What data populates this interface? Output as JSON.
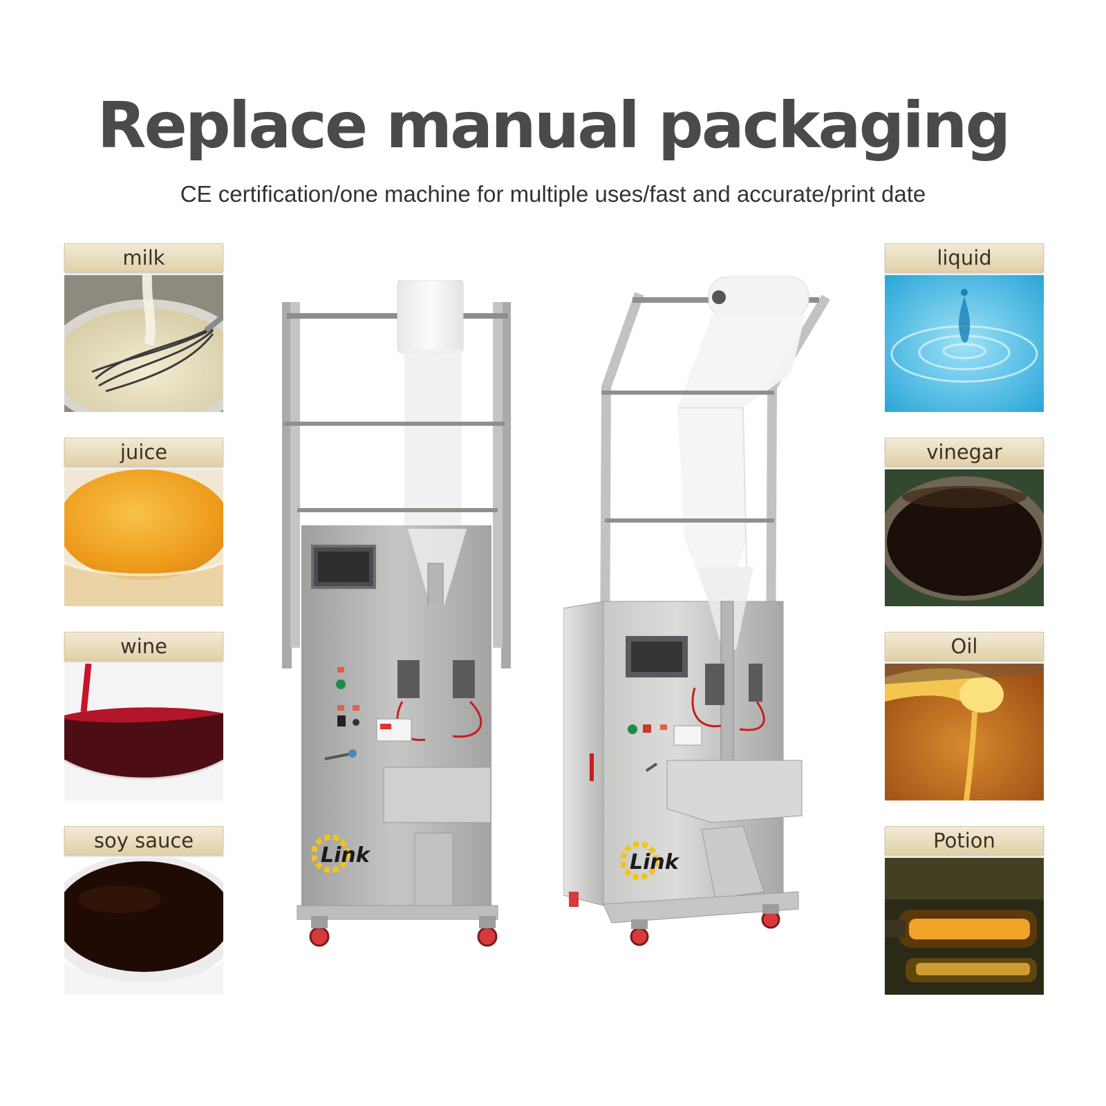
{
  "headline": "Replace manual packaging",
  "subline": "CE certification/one machine for multiple uses/fast and accurate/print date",
  "left_products": [
    {
      "label": "milk",
      "photo": "milk-whisk-photo"
    },
    {
      "label": "juice",
      "photo": "orange-juice-photo"
    },
    {
      "label": "wine",
      "photo": "red-wine-glass-photo"
    },
    {
      "label": "soy sauce",
      "photo": "soy-sauce-bowl-photo"
    }
  ],
  "right_products": [
    {
      "label": "liquid",
      "photo": "water-drop-photo"
    },
    {
      "label": "vinegar",
      "photo": "vinegar-bowl-photo"
    },
    {
      "label": "Oil",
      "photo": "honey-oil-spoon-photo"
    },
    {
      "label": "Potion",
      "photo": "potion-bottle-photo"
    }
  ],
  "machines": [
    {
      "logo": "Link",
      "view": "front"
    },
    {
      "logo": "Link",
      "view": "angled"
    }
  ],
  "colors": {
    "headline": "#4a4a4a",
    "tag_bg": "#e8dcbc",
    "steel": "#b3b3b1",
    "wheel": "#d63a3a",
    "logo_gear": "#f2c418"
  }
}
